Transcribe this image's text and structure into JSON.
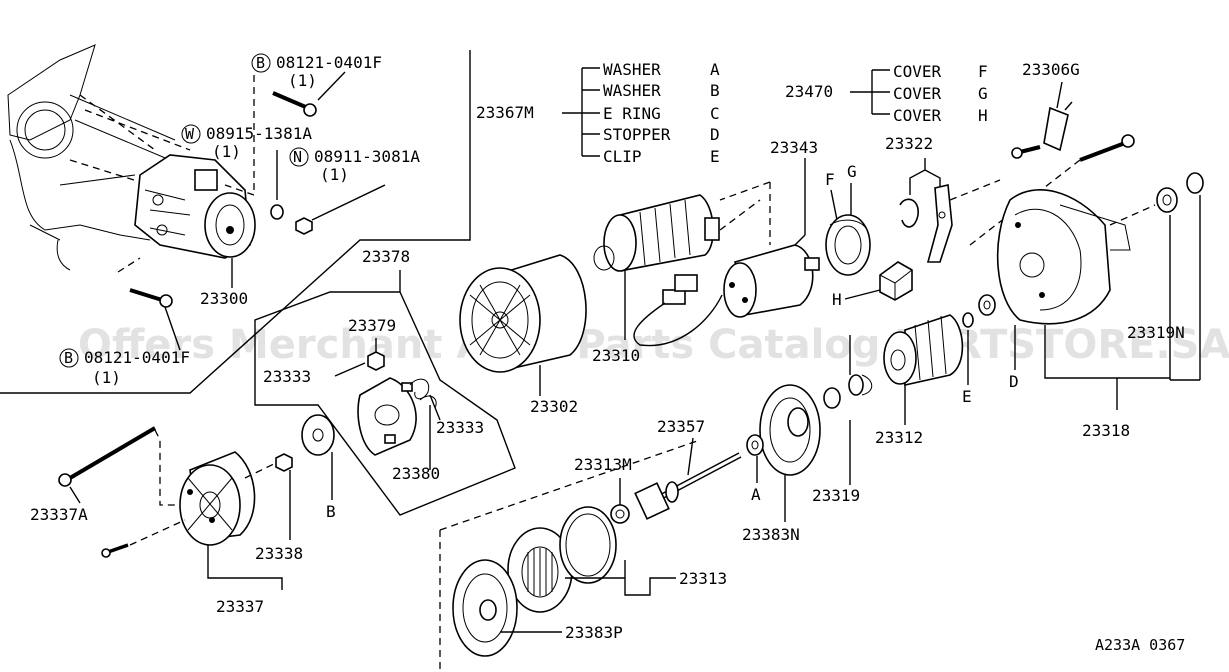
{
  "diagram": {
    "code": "A233A 0367",
    "watermark": "Offers Merchant Auto Parts Catalog PARTSTORE.SA",
    "bolt_top": {
      "prefix": "B",
      "number": "08121-0401F",
      "qty": "(1)"
    },
    "washer_w": {
      "prefix": "W",
      "number": "08915-1381A",
      "qty": "(1)"
    },
    "nut_n": {
      "prefix": "N",
      "number": "08911-3081A",
      "qty": "(1)"
    },
    "bolt_bottom": {
      "prefix": "B",
      "number": "08121-0401F",
      "qty": "(1)"
    },
    "kit_23367M": {
      "number": "23367M",
      "items": [
        {
          "name": "WASHER",
          "code": "A"
        },
        {
          "name": "WASHER",
          "code": "B"
        },
        {
          "name": "E RING",
          "code": "C"
        },
        {
          "name": "STOPPER",
          "code": "D"
        },
        {
          "name": "CLIP",
          "code": "E"
        }
      ]
    },
    "kit_23470": {
      "number": "23470",
      "items": [
        {
          "name": "COVER",
          "code": "F"
        },
        {
          "name": "COVER",
          "code": "G"
        },
        {
          "name": "COVER",
          "code": "H"
        }
      ]
    },
    "parts": {
      "p23306G": "23306G",
      "p23343": "23343",
      "p23322": "23322",
      "p23378": "23378",
      "p23379": "23379",
      "p23333a": "23333",
      "p23333b": "23333",
      "p23380": "23380",
      "p23302": "23302",
      "p23310": "23310",
      "p23300": "23300",
      "p23319N": "23319N",
      "p23318": "23318",
      "p23312": "23312",
      "p23319": "23319",
      "p23357": "23357",
      "p23313M": "23313M",
      "p23383N": "23383N",
      "p23313": "23313",
      "p23383P": "23383P",
      "p23337A": "23337A",
      "p23338": "23338",
      "p23337": "23337"
    },
    "letters": {
      "A": "A",
      "B": "B",
      "D": "D",
      "E": "E",
      "F": "F",
      "G": "G",
      "H": "H"
    }
  }
}
